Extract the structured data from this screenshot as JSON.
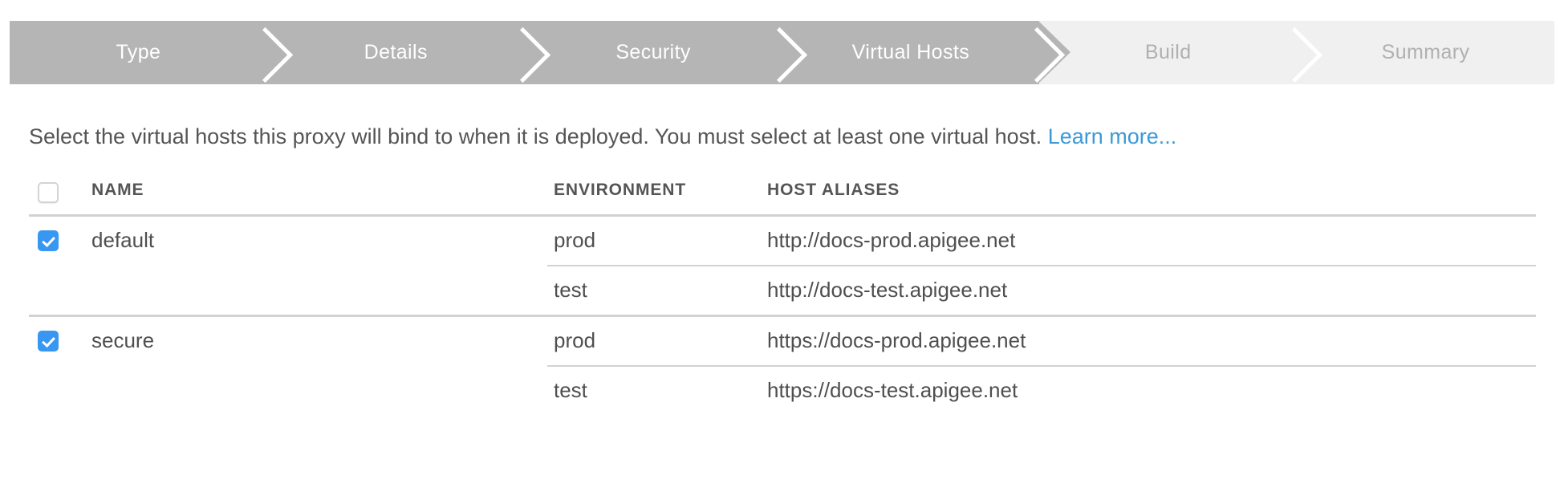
{
  "wizard": {
    "steps": [
      {
        "label": "Type",
        "state": "active"
      },
      {
        "label": "Details",
        "state": "active"
      },
      {
        "label": "Security",
        "state": "active"
      },
      {
        "label": "Virtual Hosts",
        "state": "current"
      },
      {
        "label": "Build",
        "state": "inactive"
      },
      {
        "label": "Summary",
        "state": "inactive"
      }
    ],
    "active_color": "#b5b5b5",
    "inactive_color": "#f0f0f0",
    "active_text_color": "#ffffff",
    "inactive_text_color": "#b0b0b0"
  },
  "description": {
    "text": "Select the virtual hosts this proxy will bind to when it is deployed. You must select at least one virtual host. ",
    "link_label": "Learn more...",
    "link_color": "#3a9ad9"
  },
  "table": {
    "columns": {
      "name": "NAME",
      "environment": "ENVIRONMENT",
      "host_aliases": "HOST ALIASES"
    },
    "select_all_checked": false,
    "accent_color": "#3897f0",
    "rows": [
      {
        "name": "default",
        "checked": true,
        "entries": [
          {
            "environment": "prod",
            "host_alias": "http://docs-prod.apigee.net"
          },
          {
            "environment": "test",
            "host_alias": "http://docs-test.apigee.net"
          }
        ]
      },
      {
        "name": "secure",
        "checked": true,
        "entries": [
          {
            "environment": "prod",
            "host_alias": "https://docs-prod.apigee.net"
          },
          {
            "environment": "test",
            "host_alias": "https://docs-test.apigee.net"
          }
        ]
      }
    ]
  }
}
